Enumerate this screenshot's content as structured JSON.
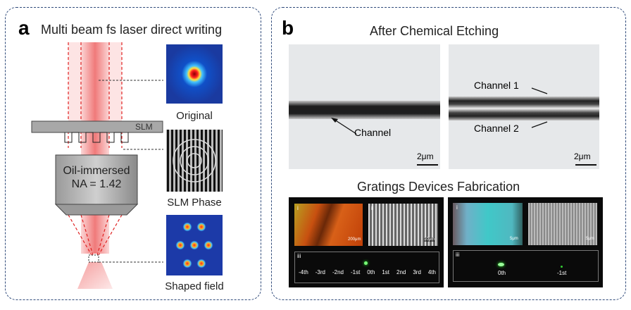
{
  "panel_a": {
    "letter": "a",
    "title": "Multi beam fs laser direct writing",
    "slm_label": "SLM",
    "objective_line1": "Oil-immersed",
    "objective_line2": "NA = 1.42",
    "images": [
      {
        "label": "Original"
      },
      {
        "label": "SLM Phase"
      },
      {
        "label": "Shaped field"
      }
    ]
  },
  "panel_b": {
    "letter": "b",
    "etching_title": "After Chemical Etching",
    "left": {
      "channel": "Channel",
      "scale": "2μm"
    },
    "right": {
      "channel1": "Channel 1",
      "channel2": "Channel 2",
      "scale": "2μm"
    },
    "gratings_title": "Gratings Devices Fabrication",
    "left_device": {
      "i": "i",
      "ii": "ii",
      "iii": "iii",
      "scale_i": "200μm",
      "scale_ii": "10μm",
      "orders": [
        "-4th",
        "-3rd",
        "-2nd",
        "-1st",
        "0th",
        "1st",
        "2nd",
        "3rd",
        "4th"
      ]
    },
    "right_device": {
      "i": "i",
      "iii": "iii",
      "scale_i": "5μm",
      "scale_ii": "5μm",
      "orders": [
        "0th",
        "-1st"
      ]
    }
  }
}
